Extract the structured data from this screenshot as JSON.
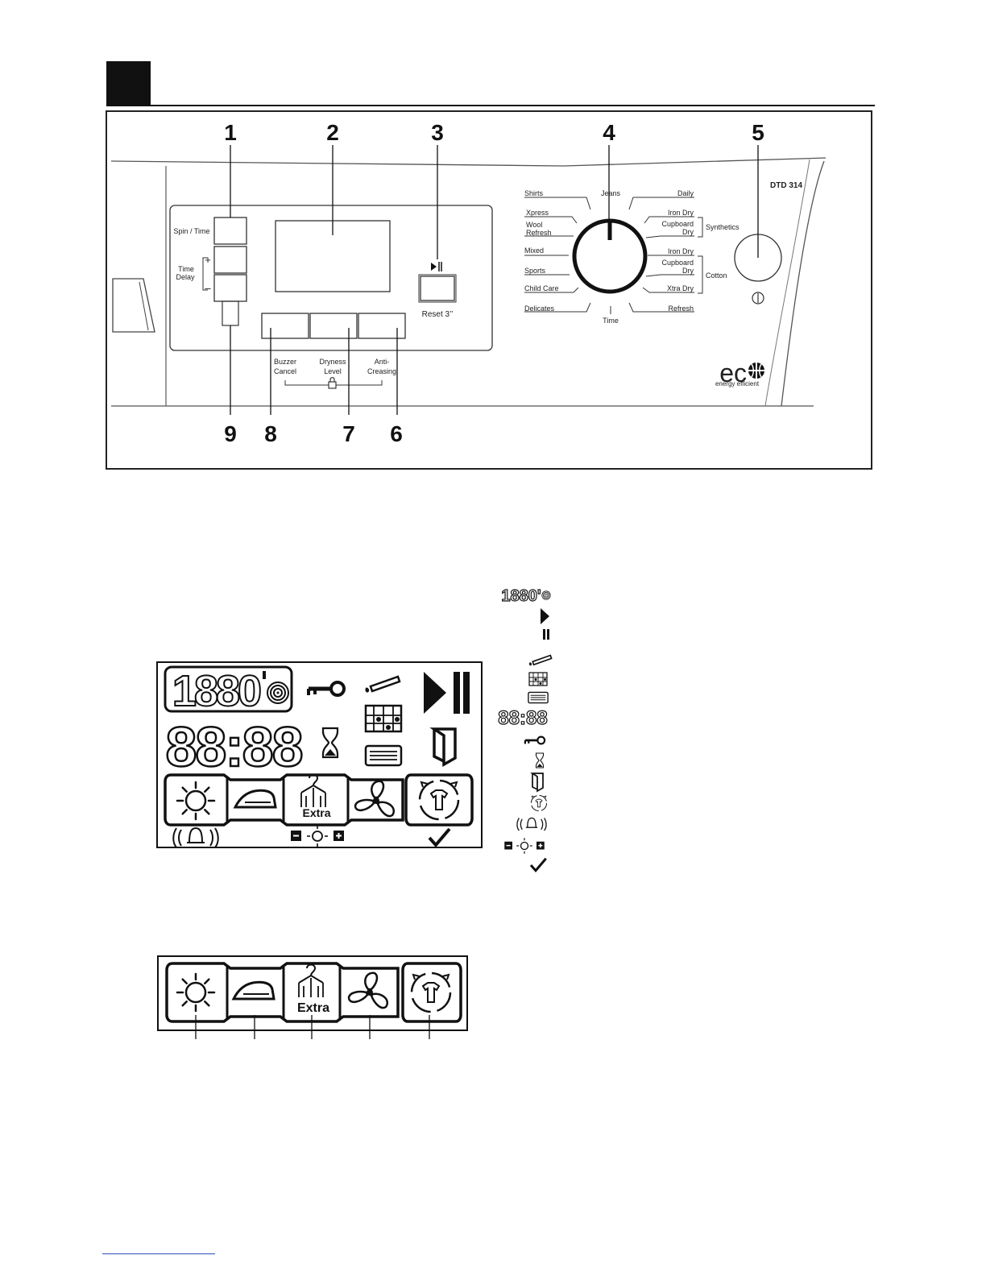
{
  "callouts": [
    "1",
    "2",
    "3",
    "4",
    "5",
    "6",
    "7",
    "8",
    "9"
  ],
  "left_buttons": {
    "spin_time": "Spin / Time",
    "time_delay": [
      "Time",
      "Delay"
    ],
    "plus": "+",
    "minus": "–"
  },
  "start_button": {
    "label": "Reset 3’’",
    "icon": "play-pause-icon"
  },
  "bottom_buttons": [
    {
      "label": [
        "Buzzer",
        "Cancel"
      ]
    },
    {
      "label": [
        "Dryness",
        "Level"
      ]
    },
    {
      "label": [
        "Anti-",
        "Creasing"
      ]
    }
  ],
  "lock_icon": "padlock-icon",
  "dial": {
    "top": "Jeans",
    "bottom": "Time",
    "left": [
      "Shirts",
      "Xpress",
      "Wool",
      "Refresh",
      "Mixed",
      "Sports",
      "Child Care",
      "Delicates"
    ],
    "right": [
      "Daily",
      "Iron Dry",
      "Cupboard",
      "Dry",
      "Iron Dry",
      "Cupboard",
      "Dry",
      "Xtra Dry",
      "Refresh"
    ],
    "groups": [
      "Synthetics",
      "Cotton"
    ]
  },
  "model": "DTD 314",
  "power_symbol": "power-icon",
  "eco_logo": {
    "word": "ec",
    "tagline": "energy efficient"
  },
  "display": {
    "spin_digits": "1880",
    "time_digits": "88:88",
    "extra_label": "Extra"
  },
  "legend_digits": {
    "spin": "1880'",
    "time": "88:88"
  }
}
